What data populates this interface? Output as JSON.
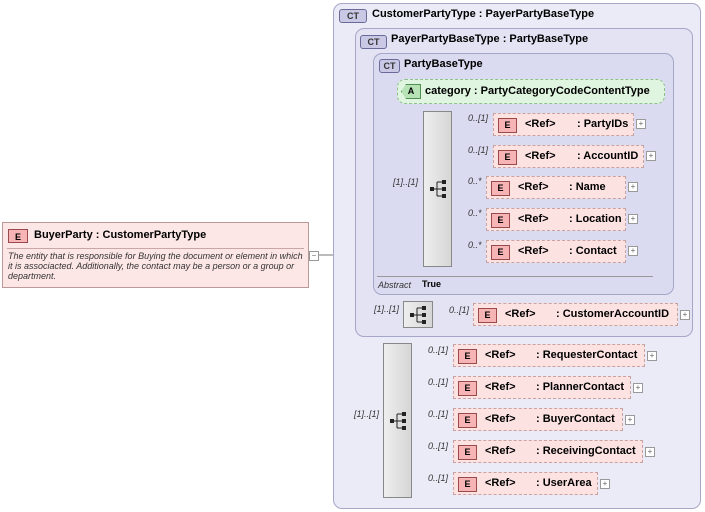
{
  "root": {
    "badge": "E",
    "name": "BuyerParty",
    "type": "CustomerPartyType",
    "doc": [
      "The entity that is responsible for Buying the document or element in which",
      "it is associacted. Additionally, the contact  may be a person or a group or",
      "department."
    ]
  },
  "ct_outer": {
    "badge": "CT",
    "title": "CustomerPartyType : PayerPartyBaseType"
  },
  "ct_mid": {
    "badge": "CT",
    "title": "PayerPartyBaseType : PartyBaseType"
  },
  "ct_inner": {
    "badge": "CT",
    "title": "PartyBaseType"
  },
  "attribute": {
    "badge": "A",
    "label": "category : PartyCategoryCodeContentType"
  },
  "inner_seq_card": "[1]..[1]",
  "inner_elements": [
    {
      "card": "0..[1]",
      "badge": "E",
      "ref": "<Ref>",
      "name": ": PartyIDs"
    },
    {
      "card": "0..[1]",
      "badge": "E",
      "ref": "<Ref>",
      "name": ": AccountID"
    },
    {
      "card": "0..*",
      "badge": "E",
      "ref": "<Ref>",
      "name": ": Name"
    },
    {
      "card": "0..*",
      "badge": "E",
      "ref": "<Ref>",
      "name": ": Location"
    },
    {
      "card": "0..*",
      "badge": "E",
      "ref": "<Ref>",
      "name": ": Contact"
    }
  ],
  "abstract": {
    "label": "Abstract",
    "value": "True"
  },
  "mid_seq_card": "[1]..[1]",
  "mid_element": {
    "card": "0..[1]",
    "badge": "E",
    "ref": "<Ref>",
    "name": ": CustomerAccountID"
  },
  "outer_seq_card": "[1]..[1]",
  "outer_elements": [
    {
      "card": "0..[1]",
      "badge": "E",
      "ref": "<Ref>",
      "name": ": RequesterContact"
    },
    {
      "card": "0..[1]",
      "badge": "E",
      "ref": "<Ref>",
      "name": ": PlannerContact"
    },
    {
      "card": "0..[1]",
      "badge": "E",
      "ref": "<Ref>",
      "name": ": BuyerContact"
    },
    {
      "card": "0..[1]",
      "badge": "E",
      "ref": "<Ref>",
      "name": ": ReceivingContact"
    },
    {
      "card": "0..[1]",
      "badge": "E",
      "ref": "<Ref>",
      "name": ": UserArea"
    }
  ],
  "expand_symbol": "+",
  "collapse_symbol": "−"
}
